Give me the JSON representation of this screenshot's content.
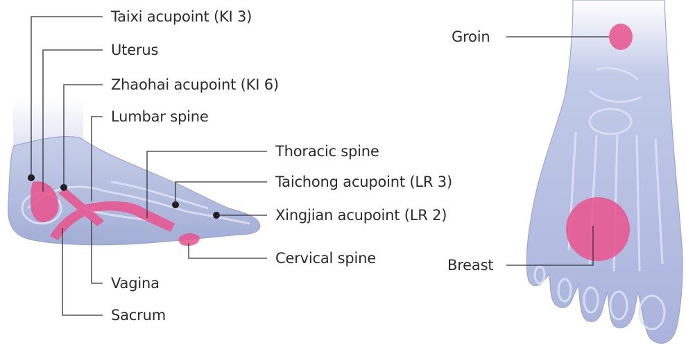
{
  "labels": {
    "taixi": "Taixi  acupoint (KI 3)",
    "uterus": "Uterus",
    "zhaohai": "Zhaohai acupoint (KI 6)",
    "lumbar": "Lumbar spine",
    "thoracic": "Thoracic spine",
    "taichong": "Taichong acupoint (LR 3)",
    "xingjian": "Xingjian acupoint (LR 2)",
    "cervical": "Cervical spine",
    "vagina": "Vagina",
    "sacrum": "Sacrum",
    "groin": "Groin",
    "breast": "Breast"
  },
  "colors": {
    "skin": "#b4bede",
    "skin_edge": "#9aa5cc",
    "bone": "#ccd2ea",
    "zone": "#e8568f",
    "line": "#333333"
  }
}
